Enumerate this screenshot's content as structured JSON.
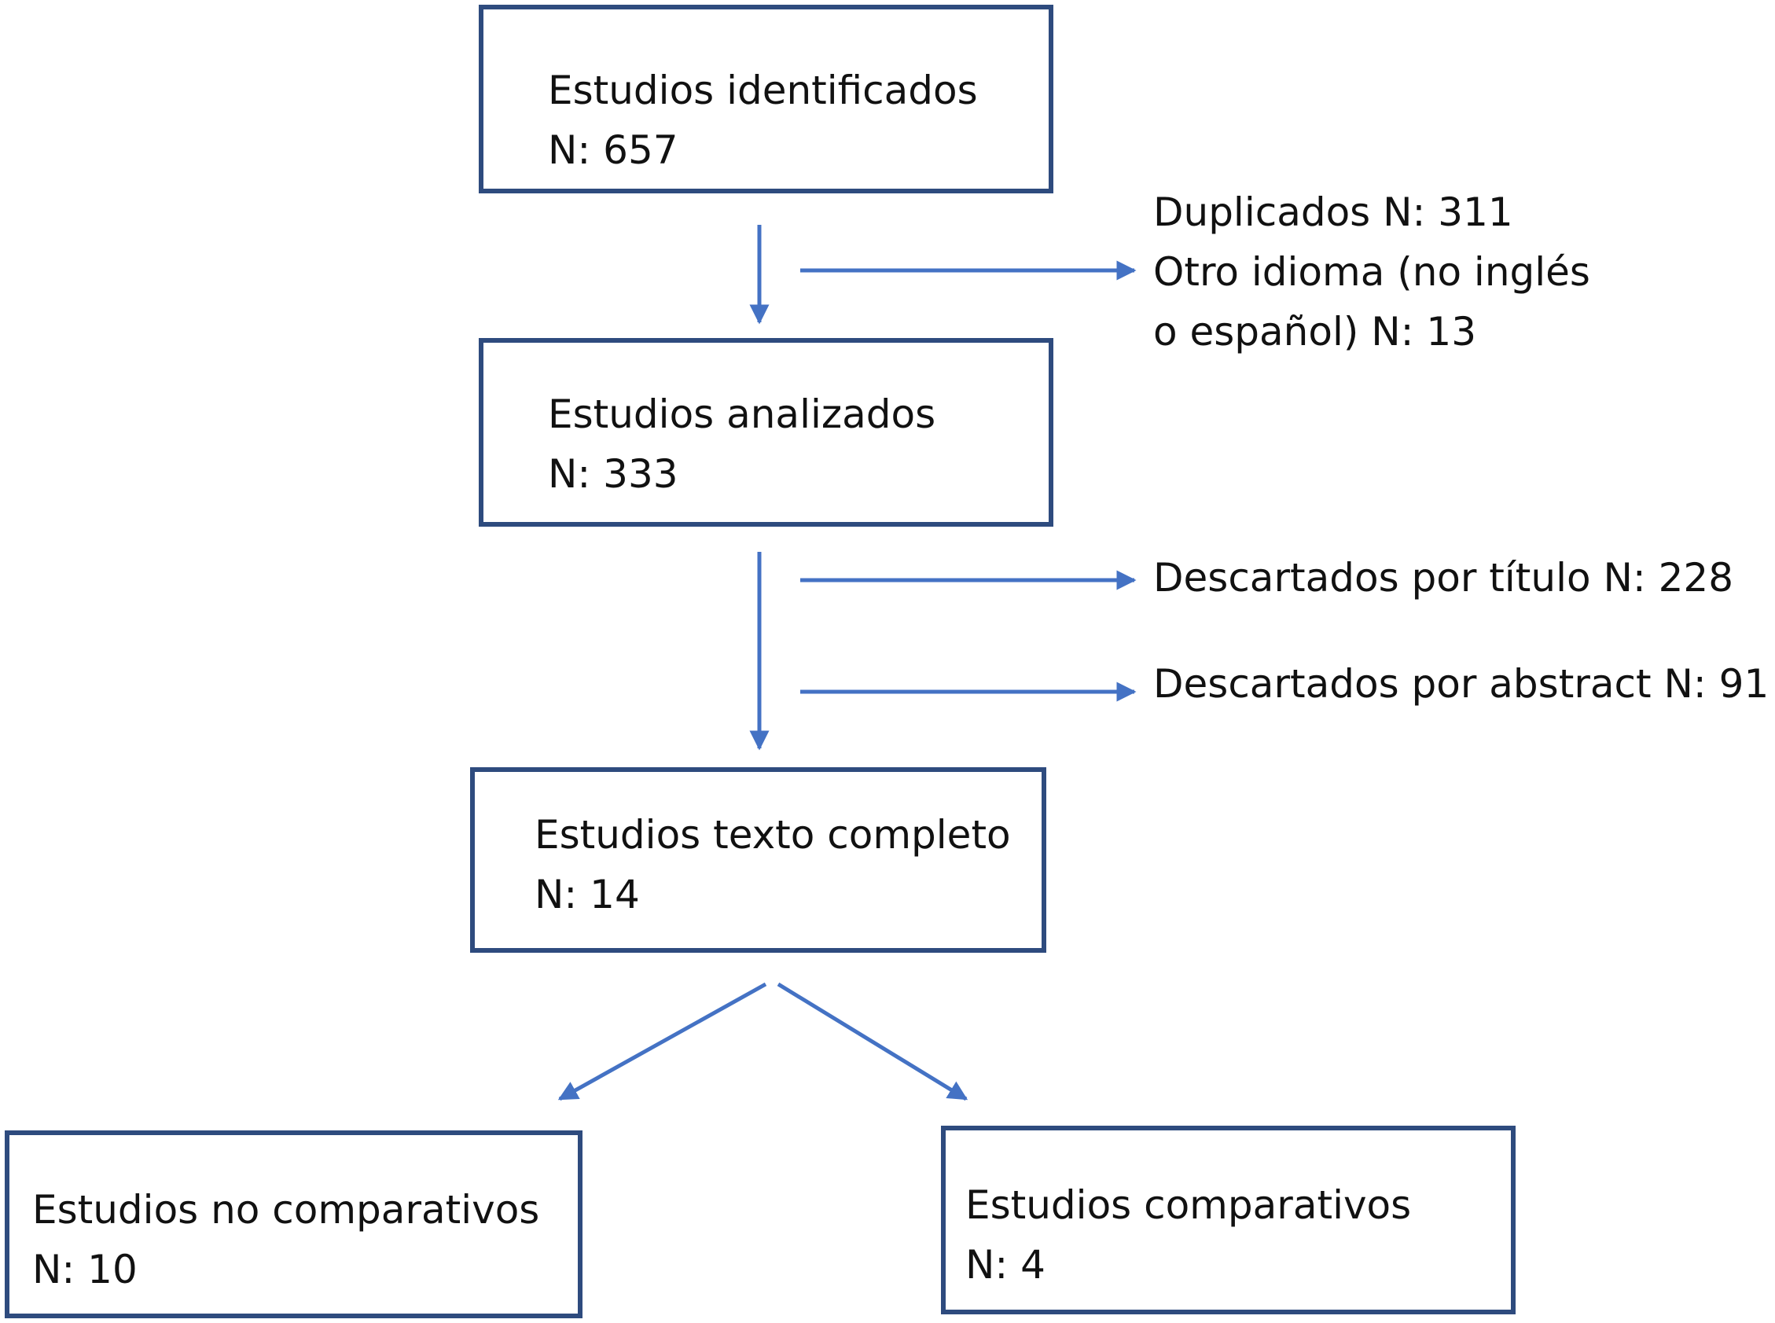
{
  "colors": {
    "box_border": "#2e4b7e",
    "arrow": "#4472c4",
    "text": "#111111"
  },
  "nodes": {
    "identified": {
      "title": "Estudios identificados",
      "count": "N: 657"
    },
    "analyzed": {
      "title": "Estudios analizados",
      "count": "N: 333"
    },
    "fulltext": {
      "title": "Estudios texto completo",
      "count": "N: 14"
    },
    "non_comparative": {
      "title": "Estudios no comparativos",
      "count": "N: 10"
    },
    "comparative": {
      "title": "Estudios  comparativos",
      "count": "N: 4"
    }
  },
  "exclusions": {
    "duplicates": "Duplicados N: 311",
    "language_line1": "Otro idioma (no inglés",
    "language_line2": "o español) N: 13",
    "by_title": "Descartados por título N: 228",
    "by_abstract": "Descartados por abstract N: 91"
  }
}
